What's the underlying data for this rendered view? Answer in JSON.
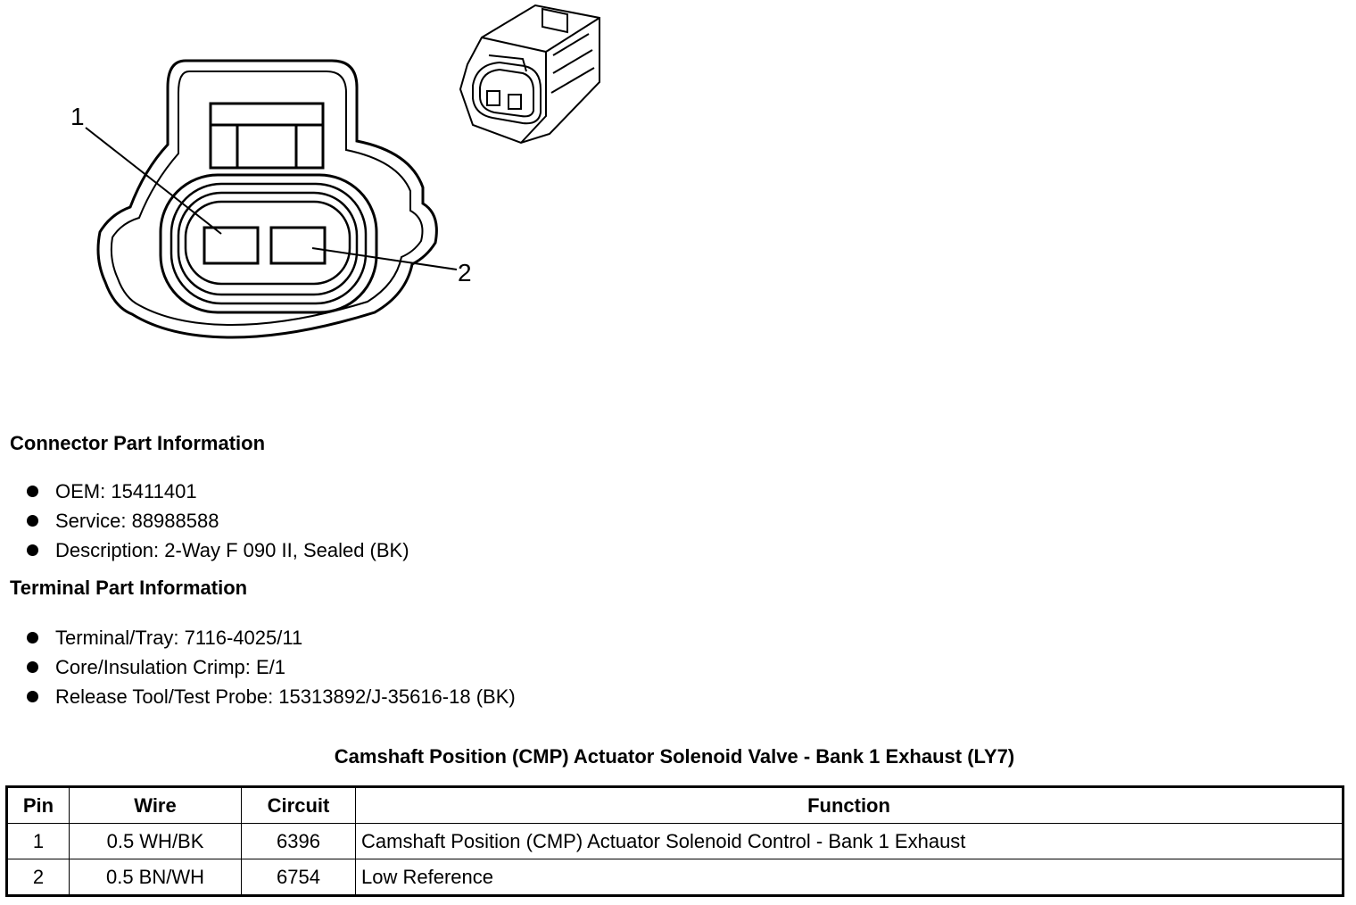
{
  "diagram": {
    "pin_labels": [
      "1",
      "2"
    ]
  },
  "connector_section": {
    "heading": "Connector Part Information",
    "items": [
      "OEM: 15411401",
      "Service: 88988588",
      "Description: 2-Way F 090 II, Sealed (BK)"
    ]
  },
  "terminal_section": {
    "heading": "Terminal Part Information",
    "items": [
      "Terminal/Tray: 7116-4025/11",
      "Core/Insulation Crimp: E/1",
      "Release Tool/Test Probe: 15313892/J-35616-18 (BK)"
    ]
  },
  "table": {
    "title": "Camshaft Position (CMP) Actuator Solenoid Valve - Bank 1 Exhaust (LY7)",
    "headers": [
      "Pin",
      "Wire",
      "Circuit",
      "Function"
    ],
    "rows": [
      [
        "1",
        "0.5 WH/BK",
        "6396",
        "Camshaft Position (CMP) Actuator Solenoid Control - Bank 1 Exhaust"
      ],
      [
        "2",
        "0.5 BN/WH",
        "6754",
        "Low Reference"
      ]
    ]
  }
}
